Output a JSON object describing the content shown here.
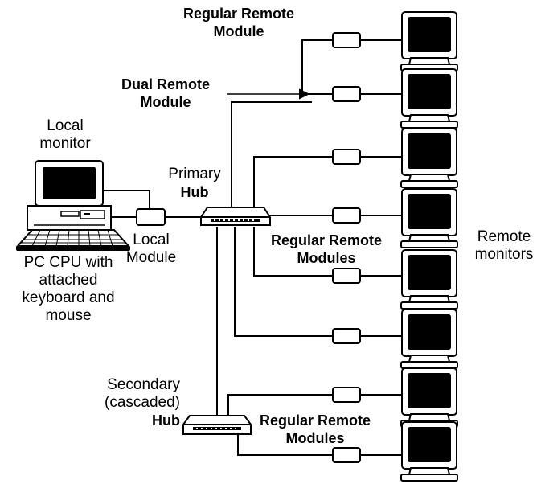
{
  "labels": {
    "regular_remote_top": [
      "Regular Remote",
      "Module"
    ],
    "dual_remote": [
      "Dual Remote",
      "Module"
    ],
    "local_monitor": [
      "Local",
      "monitor"
    ],
    "primary_hub_plain": "Primary",
    "primary_hub_bold": "Hub",
    "local_module": [
      "Local",
      "Module"
    ],
    "pc_cpu": [
      "PC CPU with",
      "attached",
      "keyboard and",
      "mouse"
    ],
    "regular_remote_mid": [
      "Regular Remote",
      "Modules"
    ],
    "remote_monitors": [
      "Remote",
      "monitors"
    ],
    "secondary_hub_plain": [
      "Secondary",
      "(cascaded)"
    ],
    "secondary_hub_bold": "Hub",
    "regular_remote_bottom": [
      "Regular Remote",
      "Modules"
    ]
  },
  "colors": {
    "line": "#000000",
    "background": "#ffffff",
    "screen": "#000000"
  },
  "icons": {
    "remote_monitor": "crt-monitor-icon",
    "remote_module": "module-box-icon",
    "hub": "network-hub-icon",
    "pc": "desktop-pc-icon"
  }
}
